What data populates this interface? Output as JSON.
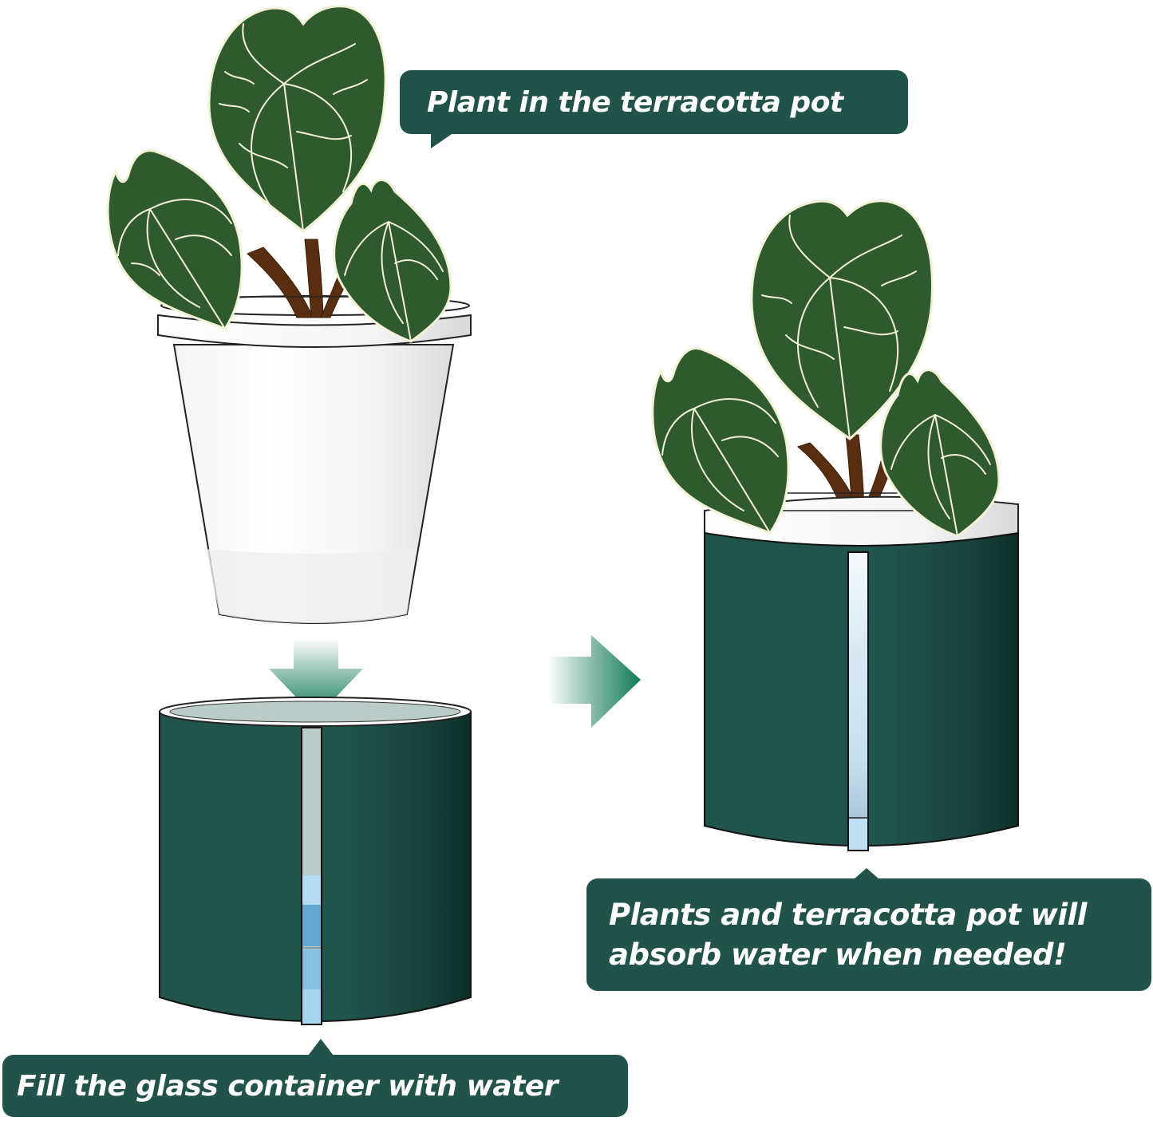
{
  "diagram": {
    "type": "instructional-infographic",
    "subject": "Self-watering planter: terracotta pot inserted into glass container",
    "colors": {
      "callout_bg": "#22534b",
      "callout_text": "#ffffff",
      "sleeve_green": "#21544b",
      "sleeve_dark": "#0f332c",
      "leaf_green": "#2f5a2d",
      "leaf_vein": "#f3f1d6",
      "stem_brown": "#5a2e10",
      "water_light": "#b9dcf3",
      "water_mid": "#62a8cf",
      "arrow_green": "#17785a",
      "background": "#ffffff"
    },
    "steps": [
      {
        "id": "step-1",
        "label": "Plant in the terracotta pot"
      },
      {
        "id": "step-2",
        "label": "Fill the glass container with water"
      },
      {
        "id": "step-3",
        "label_line1": "Plants and terracotta pot will",
        "label_line2": "absorb water when needed!"
      }
    ],
    "arrows": [
      {
        "direction": "down",
        "meaning": "insert pot into container"
      },
      {
        "direction": "right",
        "meaning": "result"
      }
    ]
  }
}
